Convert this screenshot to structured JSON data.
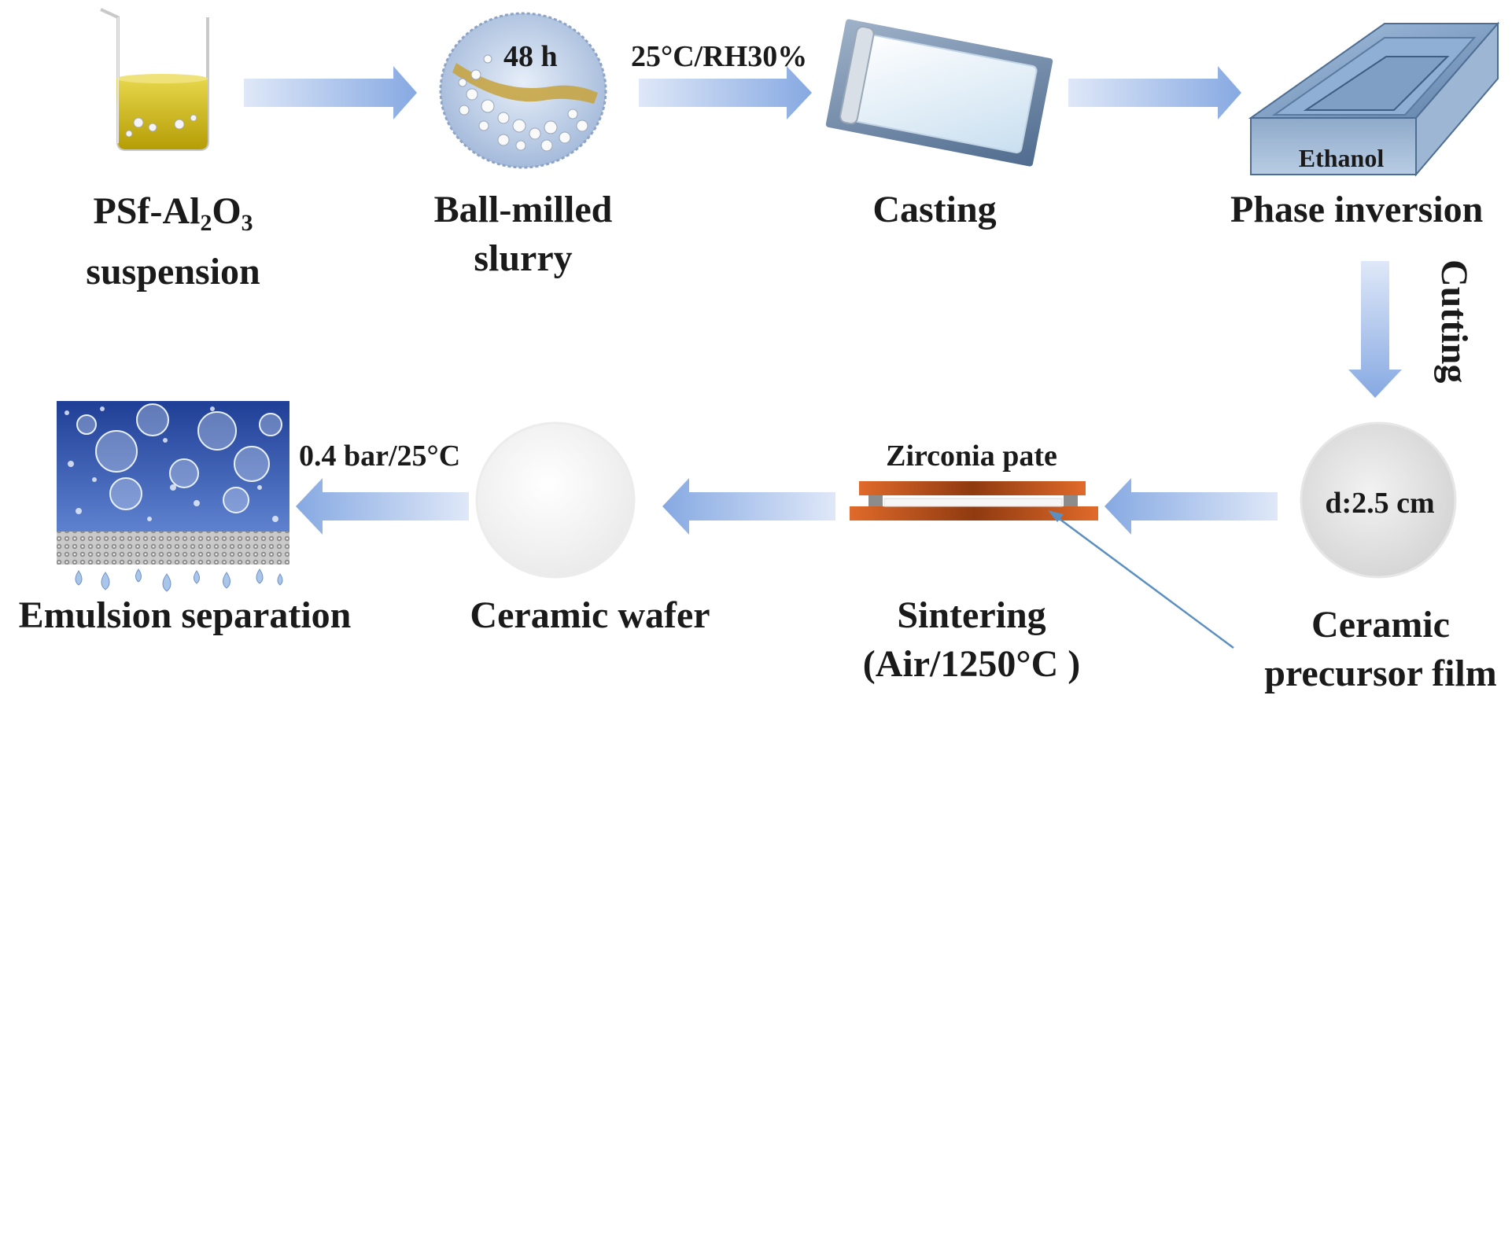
{
  "steps": {
    "suspension": {
      "line1_prefix": "PSf-Al",
      "sub1": "2",
      "mid": "O",
      "sub2": "3",
      "line2": "suspension"
    },
    "ball_milled": {
      "line1": "Ball-milled",
      "line2": "slurry",
      "time": "48 h"
    },
    "casting": {
      "label": "Casting",
      "condition": "25°C/RH30%"
    },
    "phase_inversion": {
      "label": "Phase inversion",
      "bath": "Ethanol"
    },
    "cutting": {
      "label": "Cutting"
    },
    "precursor_film": {
      "line1": "Ceramic",
      "line2": "precursor film",
      "diameter": "d:2.5 cm"
    },
    "sintering": {
      "line1": "Sintering",
      "line2": "(Air/1250°C )",
      "plate": "Zirconia pate"
    },
    "wafer": {
      "label": "Ceramic wafer"
    },
    "emulsion": {
      "label": "Emulsion separation",
      "condition": "0.4 bar/25°C"
    }
  },
  "colors": {
    "arrow": "#8fb0e4",
    "liquid": "#c8b40a",
    "tray": "#7a98bc",
    "zirconia": "#d4571c",
    "emulsion_bg": "#2d4fa8"
  }
}
